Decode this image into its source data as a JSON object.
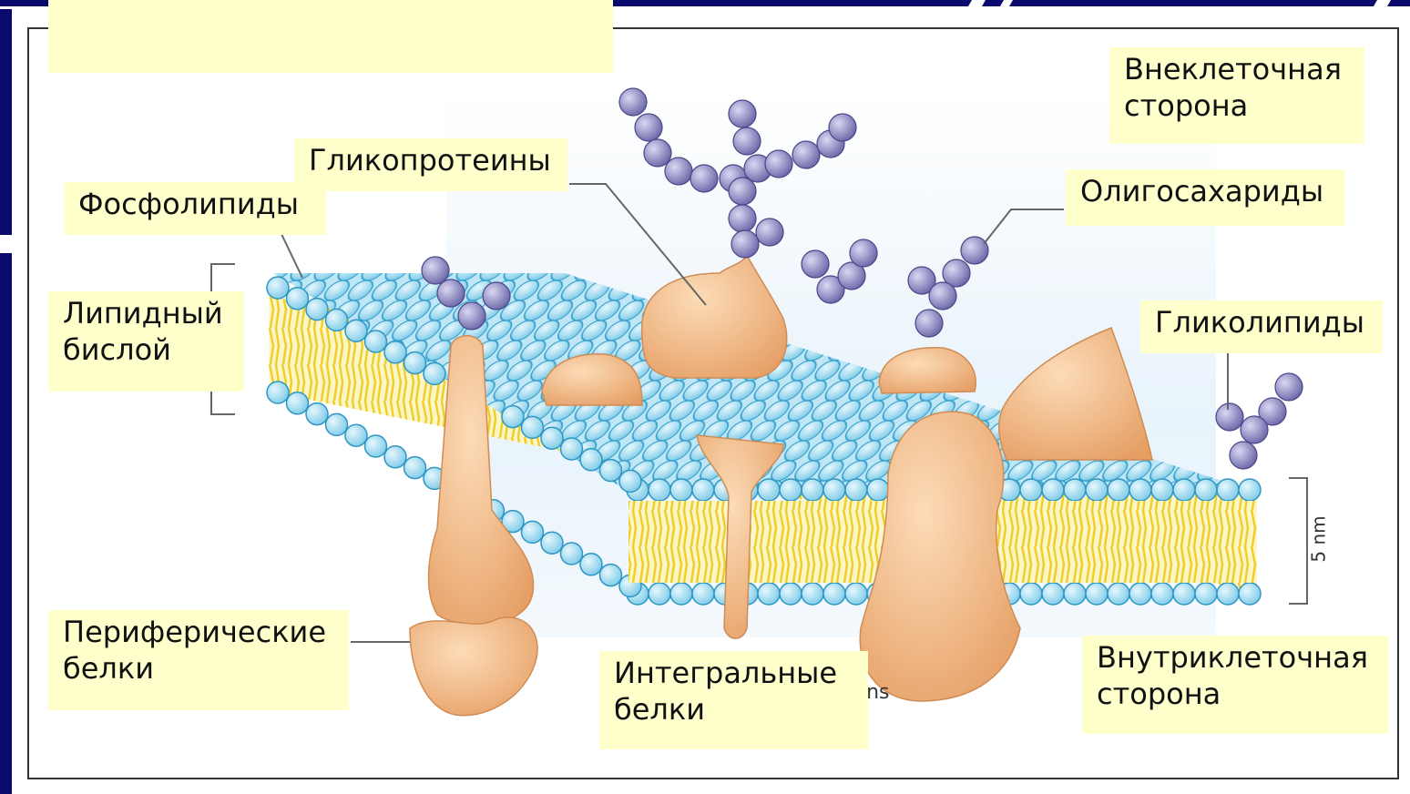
{
  "labels": {
    "title_box": "",
    "extracellular": "Внеклеточная\nсторона",
    "glycoproteins": "Гликопротеины",
    "phospholipids": "Фосфолипиды",
    "oligosaccharides": "Олигосахариды",
    "lipid_bilayer": "Липидный\nбислой",
    "glycolipids": "Гликолипиды",
    "peripheral_proteins": "Периферические\nбелки",
    "integral_proteins": "Интегральные\nбелки",
    "intracellular": "Внутриклеточная\nсторона"
  },
  "scale_bar": "5 nm",
  "residual_text": "ins",
  "colors": {
    "frame_border": "#333333",
    "label_bg": "#ffffcc",
    "nav_blue": "#0a0a6e",
    "lipid_head": "#a9dcf0",
    "lipid_tail": "#f2d640",
    "protein": "#f0b57f",
    "sugar": "#8c88c4"
  }
}
